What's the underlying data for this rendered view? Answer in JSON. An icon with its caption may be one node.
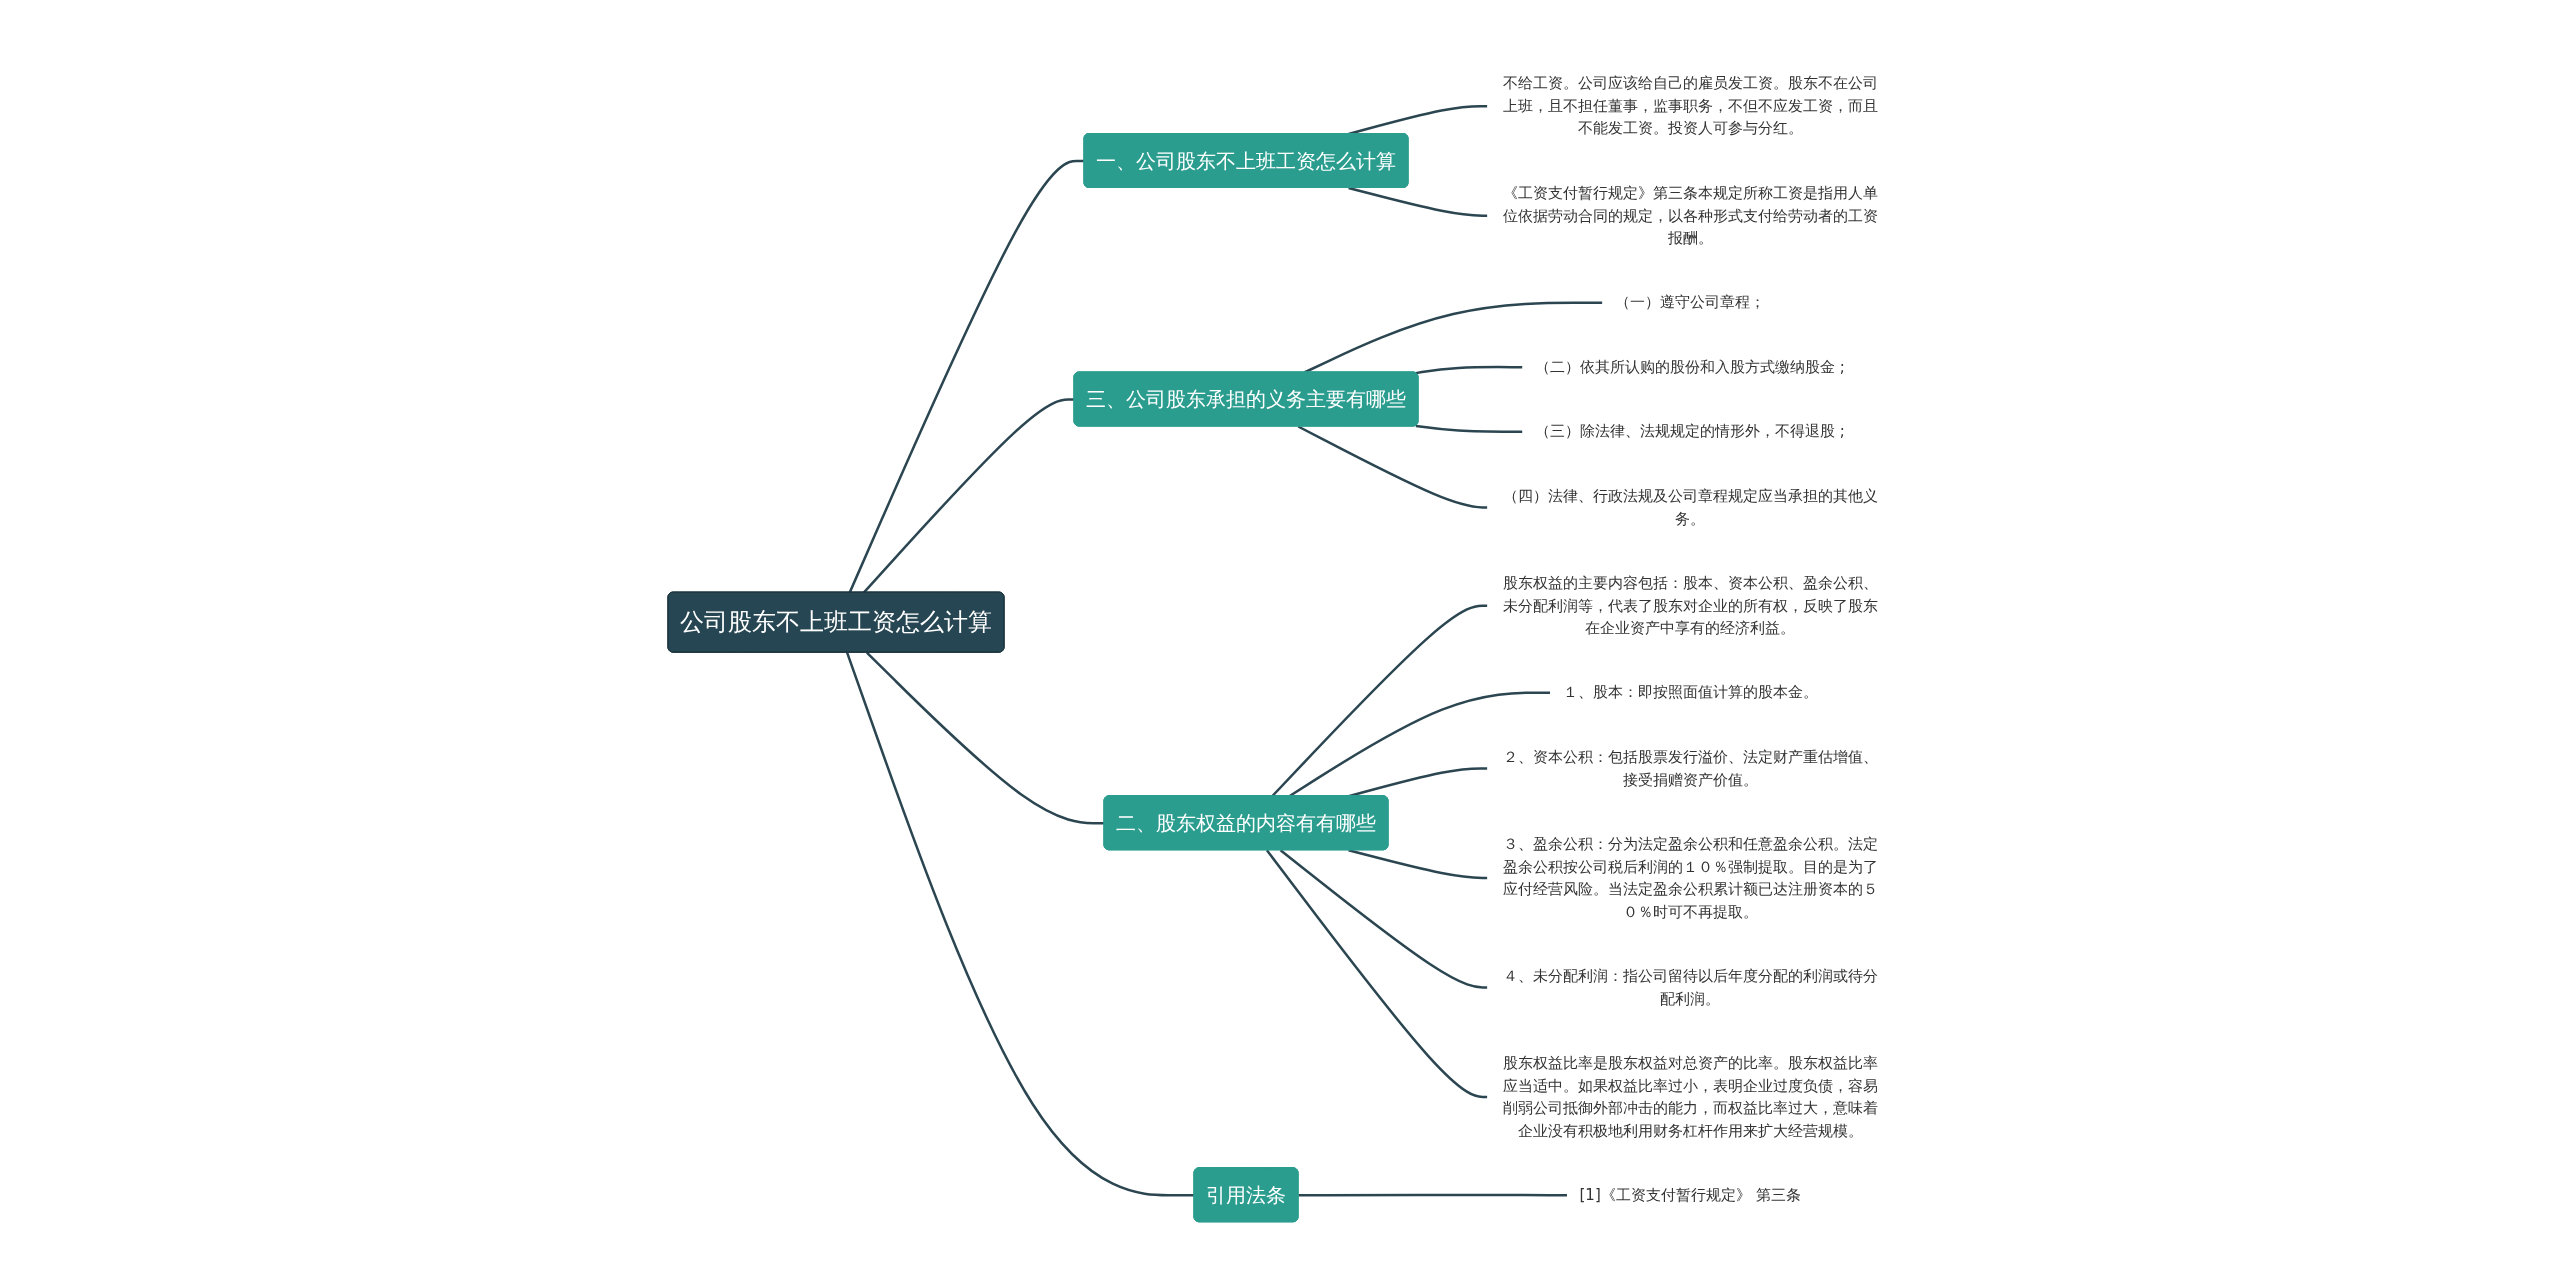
{
  "diagram": {
    "nodes": [
      {
        "text": [
          "公司股东不上班工资怎么计算"
        ]
      },
      {
        "text": [
          "一、公司股东不上班工资怎么计算"
        ]
      },
      {
        "text": [
          "不给工资。公司应该给自己的雇员发工资。股东不在公司上班，且不担任董事，监事职务，不但不应发工资，而且不能发工资。投资人可参与分红。"
        ]
      },
      {
        "text": [
          "《工资支付暂行规定》第三条本规定所称工资是指用人单位依据劳动合同的规定，以各种形式支付给劳动者的工资报酬。"
        ]
      },
      {
        "text": [
          "三、公司股东承担的义务主要有哪些"
        ]
      },
      {
        "text": [
          "（一）遵守公司章程；"
        ]
      },
      {
        "text": [
          "（二）依其所认购的股份和入股方式缴纳股金 ;"
        ]
      },
      {
        "text": [
          "（三）除法律、法规规定的情形外，不得退股 ;"
        ]
      },
      {
        "text": [
          "（四）法律、行政法规及公司章程规定应当承担的其他义务。"
        ]
      },
      {
        "text": [
          "二、股东权益的内容有有哪些"
        ]
      },
      {
        "text": [
          "股东权益的主要内容包括：股本、资本公积、盈余公积、未分配利润等，代表了股东对企业的所有权，反映了股东在企业资产中享有的经济利益。"
        ]
      },
      {
        "text": [
          "１、股本：即按照面值计算的股本金。"
        ]
      },
      {
        "text": [
          "２、资本公积：包括股票发行溢价、法定财产重估增值、接受捐赠资产价值。"
        ]
      },
      {
        "text": [
          "３、盈余公积：分为法定盈余公积和任意盈余公积。法定盈余公积按公司税后利润的１０％强制提取。目的是为了应付经营风险。当法定盈余公积累计额已达注册资本的５０％时可不再提取。"
        ]
      },
      {
        "text": [
          "４、未分配利润：指公司留待以后年度分配的利润或待分配利润。"
        ]
      },
      {
        "text": [
          "股东权益比率是股东权益对总资产的比率。股东权益比率应当适中。如果权益比率过小，表明企业过度负债，容易削弱公司抵御外部冲击的能力，而权益比率过大，意味着企业没有积极地利用财务杠杆作用来扩大经营规模。"
        ]
      },
      {
        "text": [
          "引用法条"
        ]
      },
      {
        "text": [
          "[1]《工资支付暂行规定》 第三条"
        ]
      }
    ],
    "edges": [
      {
        "from": 0,
        "to": 1,
        "arrow": "none"
      },
      {
        "from": 1,
        "to": 2,
        "arrow": "none"
      },
      {
        "from": 1,
        "to": 3,
        "arrow": "none"
      },
      {
        "from": 0,
        "to": 4,
        "arrow": "none"
      },
      {
        "from": 4,
        "to": 5,
        "arrow": "none"
      },
      {
        "from": 4,
        "to": 6,
        "arrow": "none"
      },
      {
        "from": 4,
        "to": 7,
        "arrow": "none"
      },
      {
        "from": 4,
        "to": 8,
        "arrow": "none"
      },
      {
        "from": 0,
        "to": 9,
        "arrow": "none"
      },
      {
        "from": 9,
        "to": 10,
        "arrow": "none"
      },
      {
        "from": 9,
        "to": 11,
        "arrow": "none"
      },
      {
        "from": 9,
        "to": 12,
        "arrow": "none"
      },
      {
        "from": 9,
        "to": 13,
        "arrow": "none"
      },
      {
        "from": 9,
        "to": 14,
        "arrow": "none"
      },
      {
        "from": 9,
        "to": 15,
        "arrow": "none"
      },
      {
        "from": 0,
        "to": 16,
        "arrow": "none"
      },
      {
        "from": 16,
        "to": 17,
        "arrow": "none"
      }
    ]
  }
}
